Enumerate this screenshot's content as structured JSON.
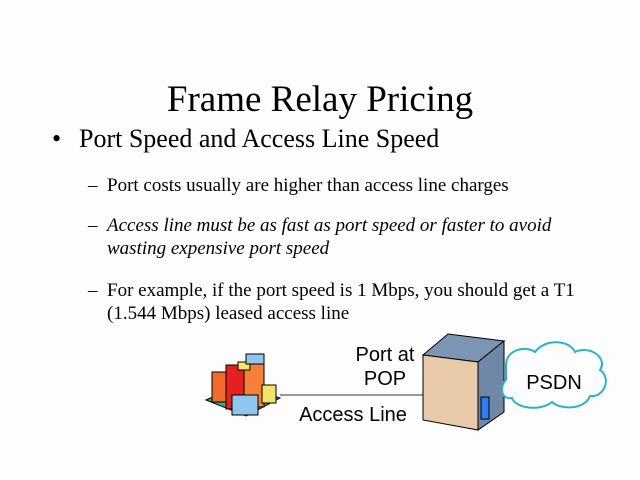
{
  "title": "Frame Relay Pricing",
  "bullet": {
    "marker": "•",
    "text": "Port Speed and Access Line Speed"
  },
  "subs": [
    {
      "marker": "–",
      "text": "Port costs usually are higher than access line charges"
    },
    {
      "marker": "–",
      "text": "Access line must be as fast as port speed or faster to avoid wasting expensive port speed"
    },
    {
      "marker": "–",
      "text": "For example, if the port speed is 1 Mbps, you should get a T1 (1.544 Mbps) leased access line"
    }
  ],
  "diagram": {
    "port_label_1": "Port at",
    "port_label_2": "POP",
    "cloud_label": "PSDN",
    "line_label": "Access Line"
  }
}
